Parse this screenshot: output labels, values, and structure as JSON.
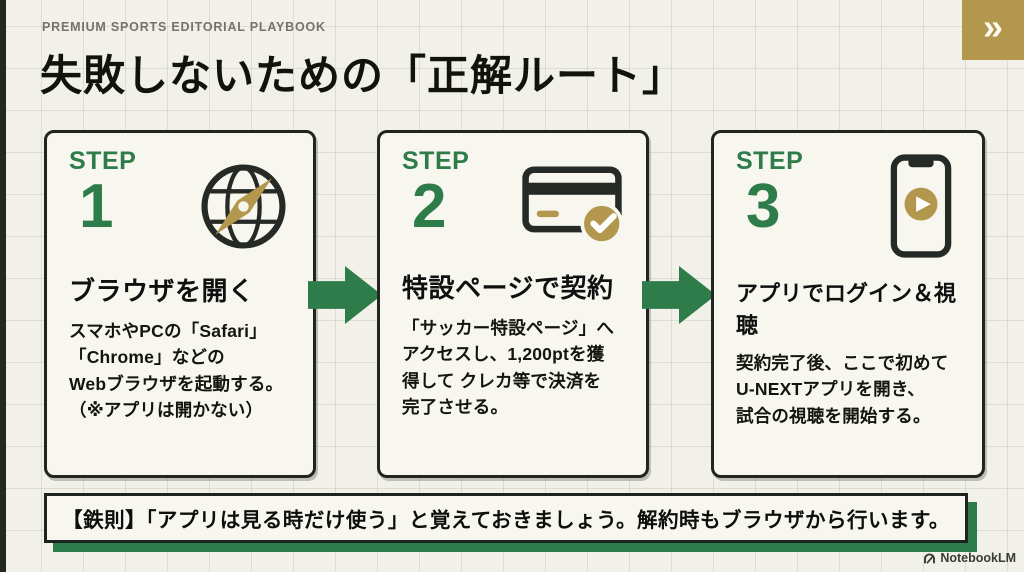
{
  "header": {
    "eyebrow": "PREMIUM SPORTS EDITORIAL PLAYBOOK",
    "title": "失敗しないための「正解ルート」",
    "corner_chevron": "»"
  },
  "steps": [
    {
      "label": "STEP",
      "number": "1",
      "icon": "compass-browser-icon",
      "title": "ブラウザを開く",
      "body": "スマホやPCの「Safari」\n「Chrome」などの\nWebブラウザを起動する。\n（※アプリは開かない）"
    },
    {
      "label": "STEP",
      "number": "2",
      "icon": "credit-card-check-icon",
      "title": "特設ページで契約",
      "body": "「サッカー特設ページ」へ\nアクセスし、1,200ptを獲\n得して クレカ等で決済を\n完了させる。"
    },
    {
      "label": "STEP",
      "number": "3",
      "icon": "smartphone-play-icon",
      "title": "アプリでログイン＆視聴",
      "body": "契約完了後、ここで初めて\nU-NEXTアプリを開き、\n試合の視聴を開始する。"
    }
  ],
  "rule_box": {
    "text": "【鉄則】「アプリは見る時だけ使う」と覚えておきましょう。解約時もブラウザから行います。"
  },
  "watermark": "NotebookLM",
  "colors": {
    "green": "#2e7c49",
    "gold": "#b2974d",
    "ink": "#141414",
    "background": "#f2f1e9"
  }
}
